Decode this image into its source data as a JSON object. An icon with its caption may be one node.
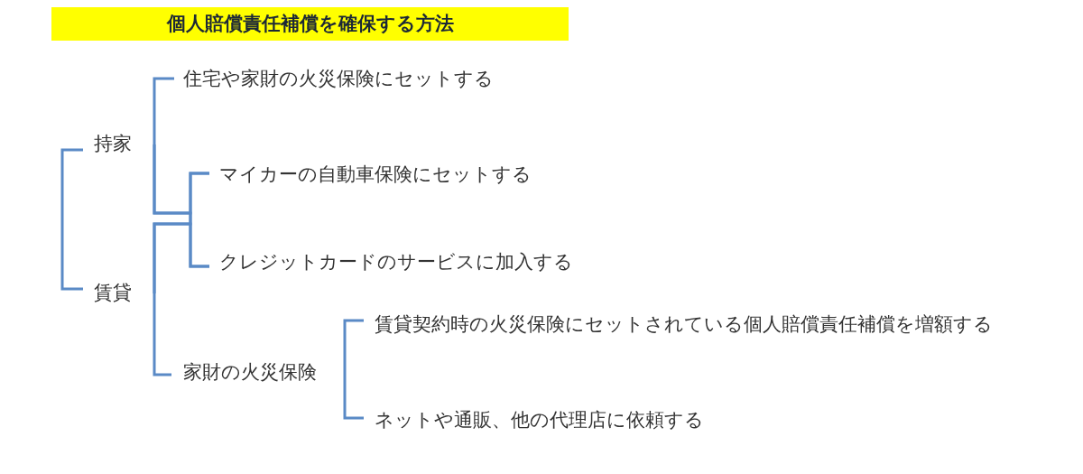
{
  "diagram": {
    "title": "個人賠償責任補償を確保する方法",
    "nodes": [
      {
        "text": [
          "持家"
        ]
      },
      {
        "text": [
          "賃貸"
        ]
      },
      {
        "text": [
          "住宅や家財の火災保険にセットする"
        ]
      },
      {
        "text": [
          "マイカーの自動車保険にセットする"
        ]
      },
      {
        "text": [
          "クレジットカードのサービスに加入する"
        ]
      },
      {
        "text": [
          "家財の火災保険"
        ]
      },
      {
        "text": [
          "賃貸契約時の火災保険にセットされている個人賠償責任補償を増額する"
        ]
      },
      {
        "text": [
          "ネットや通販、他の代理店に依頼する"
        ]
      }
    ],
    "edges": [
      {
        "from": 0,
        "to": 1,
        "arrow": "none"
      },
      {
        "from": 0,
        "to": 2,
        "arrow": "none"
      },
      {
        "from": 0,
        "to": 3,
        "arrow": "none"
      },
      {
        "from": 0,
        "to": 4,
        "arrow": "none"
      },
      {
        "from": 1,
        "to": 3,
        "arrow": "none"
      },
      {
        "from": 1,
        "to": 4,
        "arrow": "none"
      },
      {
        "from": 1,
        "to": 5,
        "arrow": "none"
      },
      {
        "from": 5,
        "to": 6,
        "arrow": "none"
      },
      {
        "from": 5,
        "to": 7,
        "arrow": "none"
      }
    ]
  }
}
